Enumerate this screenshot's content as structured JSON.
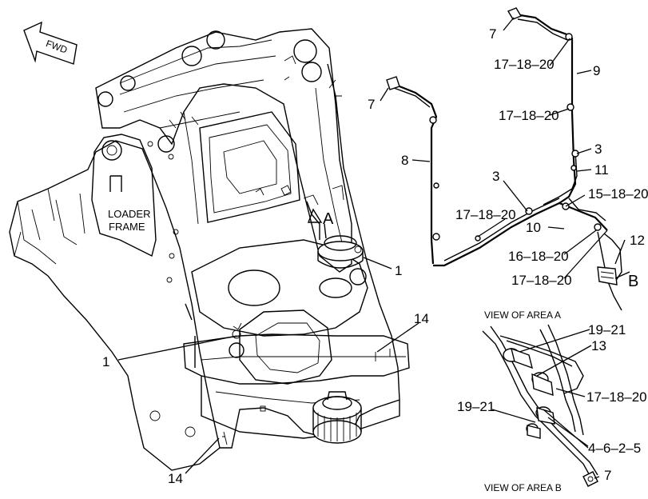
{
  "fwd_arrow": {
    "label": "FWD"
  },
  "frame": {
    "line1": "LOADER",
    "line2": "FRAME"
  },
  "area_markers": {
    "a": "A",
    "b": "B"
  },
  "callouts": {
    "c7_top": "7",
    "c17_18_20_top": "17–18–20",
    "c9": "9",
    "c7_mid": "7",
    "c17_18_20_mid": "17–18–20",
    "c3_right": "3",
    "c8": "8",
    "c11": "11",
    "c3_mid": "3",
    "c15_18_20": "15–18–20",
    "c17_18_20_left": "17–18–20",
    "c10": "10",
    "c12": "12",
    "c16_18_20": "16–18–20",
    "c17_18_20_low": "17–18–20",
    "c1_right": "1",
    "c14_right": "14",
    "c1_left": "1",
    "c14_bottom": "14",
    "c19_21_top": "19–21",
    "c13": "13",
    "c17_18_20_view": "17–18–20",
    "c19_21_left": "19–21",
    "c4_6_2_5": "4–6–2–5",
    "c7_bottom": "7"
  },
  "views": {
    "area_a_title": "VIEW OF AREA A",
    "area_b_title": "VIEW OF AREA B"
  }
}
